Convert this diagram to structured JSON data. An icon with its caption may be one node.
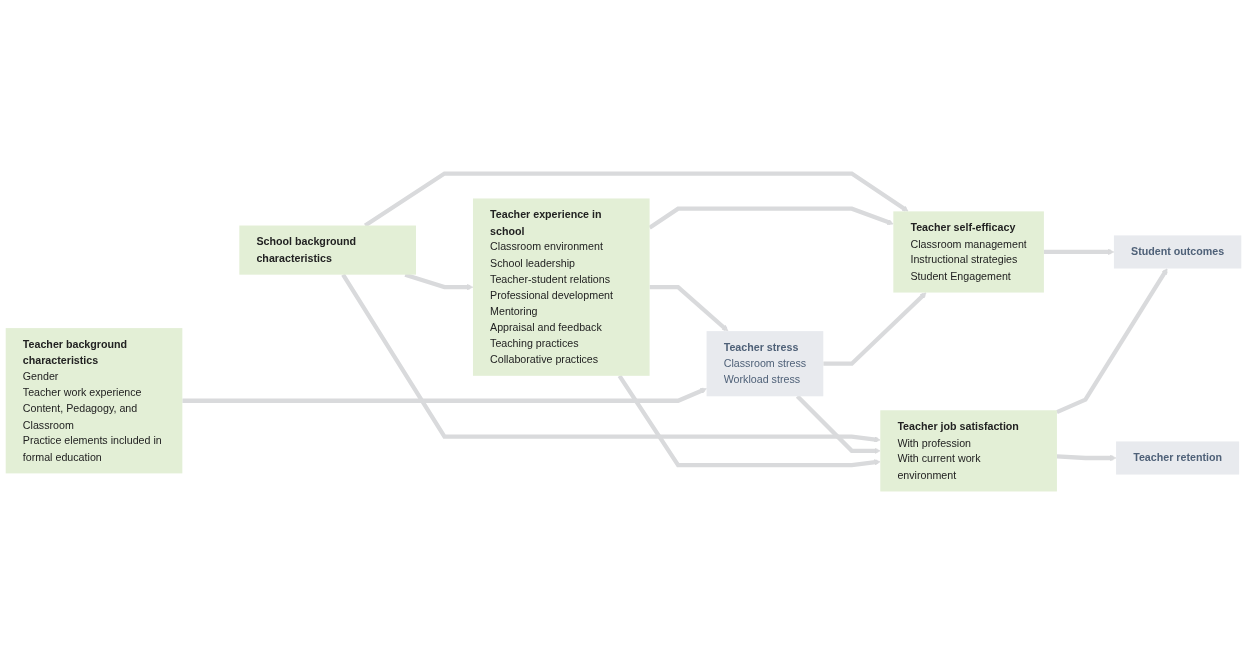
{
  "diagram": {
    "nodes": [
      {
        "text": [
          "School background characteristics"
        ]
      },
      {
        "text": [
          "Teacher background characteristics",
          "Gender",
          "Teacher work experience",
          "Content, Pedagogy, and Classroom",
          "Practice elements included in formal education"
        ]
      },
      {
        "text": [
          "Teacher experience in school",
          "Classroom environment",
          "School leadership",
          "Teacher-student relations",
          "Professional development",
          "Mentoring",
          "Appraisal and feedback",
          "Teaching practices",
          "Collaborative practices"
        ]
      },
      {
        "text": [
          "Teacher stress",
          "Classroom stress",
          "Workload stress"
        ]
      },
      {
        "text": [
          "Teacher self-efficacy",
          "Classroom management",
          "Instructional strategies",
          "Student Engagement"
        ]
      },
      {
        "text": [
          "Teacher job satisfaction",
          "With profession",
          "With current work environment"
        ]
      },
      {
        "text": [
          "Student outcomes"
        ]
      },
      {
        "text": [
          "Teacher retention"
        ]
      }
    ],
    "edges": [
      {
        "from": 0,
        "to": 5,
        "arrow": "to"
      },
      {
        "from": 0,
        "to": 4,
        "arrow": "to"
      },
      {
        "from": 0,
        "to": 2,
        "arrow": "to"
      },
      {
        "from": 2,
        "to": 4,
        "arrow": "to"
      },
      {
        "from": 2,
        "to": 3,
        "arrow": "to"
      },
      {
        "from": 3,
        "to": 4,
        "arrow": "to"
      },
      {
        "from": 3,
        "to": 5,
        "arrow": "to"
      },
      {
        "from": 2,
        "to": 5,
        "arrow": "to"
      },
      {
        "from": 1,
        "to": 3,
        "arrow": "to"
      },
      {
        "from": 4,
        "to": 6,
        "arrow": "to"
      },
      {
        "from": 5,
        "to": 6,
        "arrow": "to"
      },
      {
        "from": 5,
        "to": 7,
        "arrow": "to"
      }
    ]
  }
}
